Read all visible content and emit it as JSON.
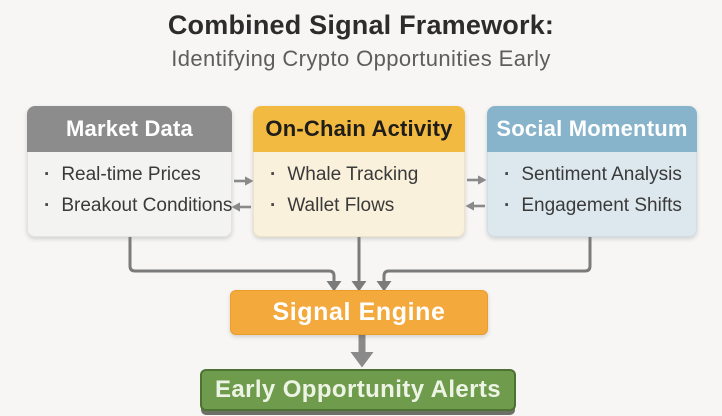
{
  "header": {
    "title": "Combined Signal Framework:",
    "subtitle": "Identifying Crypto Opportunities Early"
  },
  "columns": [
    {
      "title": "Market Data",
      "items": [
        "Real-time Prices",
        "Breakout Conditions"
      ]
    },
    {
      "title": "On-Chain Activity",
      "items": [
        "Whale Tracking",
        "Wallet Flows"
      ]
    },
    {
      "title": "Social Momentum",
      "items": [
        "Sentiment Analysis",
        "Engagement Shifts"
      ]
    }
  ],
  "engine": {
    "label": "Signal Engine"
  },
  "output": {
    "label": "Early Opportunity Alerts"
  },
  "colors": {
    "background": "#f7f6f4",
    "market_header": "#8c8c8c",
    "market_body": "#f3f3f1",
    "onchain_header": "#f3ba41",
    "onchain_body": "#faf1dc",
    "social_header": "#87b3cb",
    "social_body": "#dde8ee",
    "engine_box": "#f4a93c",
    "alerts_box": "#6f9c4c",
    "alerts_border": "#4e7233",
    "connector": "#7b7b7b",
    "title_text": "#2c2c2c",
    "subtitle_text": "#5d5d5d"
  }
}
